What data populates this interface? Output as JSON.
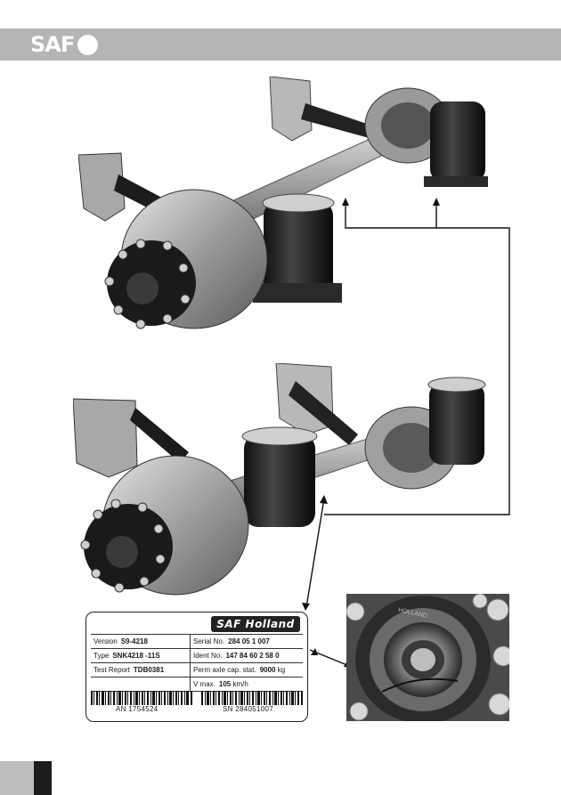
{
  "header": {
    "logo_text": "SAF",
    "bg_color": "#b5b5b5"
  },
  "photos": {
    "upper_axle": "axle-assembly-photo",
    "lower_axle": "axle-assembly-photo",
    "detail": "hub-cap-closeup-photo"
  },
  "type_plate": {
    "brand": "SAF Holland",
    "rows": [
      {
        "left_label": "Version",
        "left_value": "S9-4218",
        "right_label": "Serial No.",
        "right_value": "284 05 1 007"
      },
      {
        "left_label": "Type",
        "left_value": "SNK4218 -11S",
        "right_label": "Ident No.",
        "right_value": "147 84 60 2 58 0"
      },
      {
        "left_label": "Test Report",
        "left_value": "TDB0381",
        "right_label": "Perm axle cap. stat.",
        "right_value": "9000",
        "right_unit": "kg"
      },
      {
        "left_label": "",
        "left_value": "",
        "right_label": "V max.",
        "right_value": "105",
        "right_unit": "km/h"
      }
    ],
    "barcode_left_label": "AN  1754524",
    "barcode_right_label": "SN  284051007"
  },
  "detail_stamp": "HOLLAND"
}
